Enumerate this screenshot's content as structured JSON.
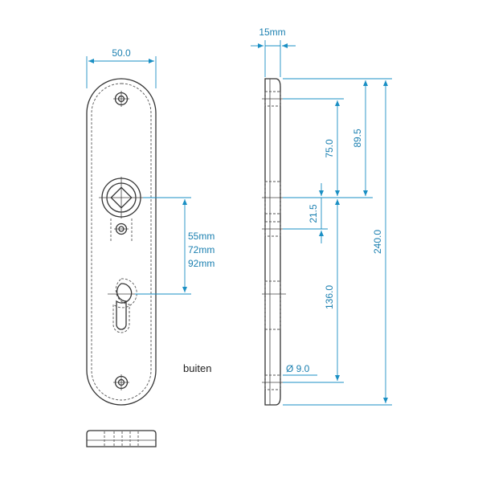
{
  "colors": {
    "dimension": "#1a8fc4",
    "outline": "#333333",
    "background": "#ffffff"
  },
  "front_view": {
    "width_label": "50.0",
    "distance_labels": [
      "55mm",
      "72mm",
      "92mm"
    ],
    "side_label": "buiten"
  },
  "side_view": {
    "thickness_label": "15mm",
    "height_label": "240.0",
    "upper_label": "89.5",
    "middle_label": "75.0",
    "small_label": "21.5",
    "lower_label": "136.0",
    "hole_label": "Ø 9.0"
  }
}
